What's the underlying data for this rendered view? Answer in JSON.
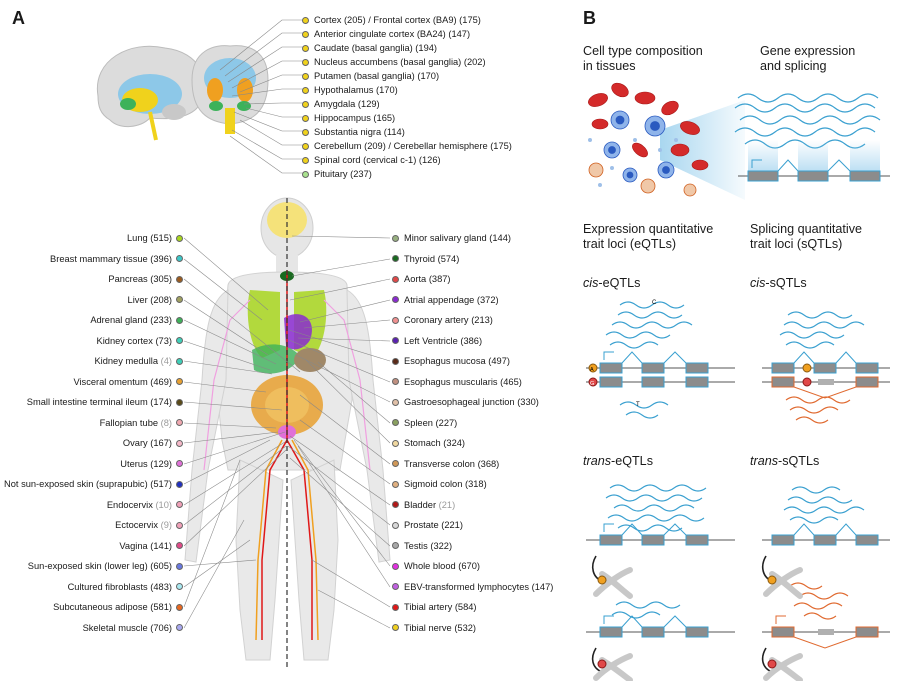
{
  "panel_a_label": "A",
  "panel_b_label": "B",
  "brain_tissues": [
    {
      "name": "Cortex (205) / Frontal cortex (BA9) (175)",
      "color": "#f0d21c"
    },
    {
      "name": "Anterior cingulate cortex (BA24) (147)",
      "color": "#f0d21c"
    },
    {
      "name": "Caudate (basal ganglia) (194)",
      "color": "#f0d21c"
    },
    {
      "name": "Nucleus accumbens (basal ganglia) (202)",
      "color": "#f0d21c"
    },
    {
      "name": "Putamen (basal ganglia) (170)",
      "color": "#f0d21c"
    },
    {
      "name": "Hypothalamus (170)",
      "color": "#f0d21c"
    },
    {
      "name": "Amygdala (129)",
      "color": "#f0d21c"
    },
    {
      "name": "Hippocampus (165)",
      "color": "#f0d21c"
    },
    {
      "name": "Substantia nigra (114)",
      "color": "#f0d21c"
    },
    {
      "name": "Cerebellum (209) / Cerebellar hemisphere (175)",
      "color": "#f0d21c"
    },
    {
      "name": "Spinal cord (cervical c-1) (126)",
      "color": "#f0d21c"
    },
    {
      "name": "Pituitary (237)",
      "color": "#a9e28e"
    }
  ],
  "left_tissues": [
    {
      "name": "Lung",
      "count": "(515)",
      "color": "#a8d61e",
      "gray": false
    },
    {
      "name": "Breast mammary tissue",
      "count": "(396)",
      "color": "#3cc7c7",
      "gray": false
    },
    {
      "name": "Pancreas",
      "count": "(305)",
      "color": "#9b5b1f",
      "gray": false
    },
    {
      "name": "Liver",
      "count": "(208)",
      "color": "#a0a060",
      "gray": false
    },
    {
      "name": "Adrenal gland",
      "count": "(233)",
      "color": "#3db25a",
      "gray": false
    },
    {
      "name": "Kidney cortex",
      "count": "(73)",
      "color": "#3ecfb8",
      "gray": false
    },
    {
      "name": "Kidney medulla",
      "count": "(4)",
      "color": "#3ecfb8",
      "gray": true
    },
    {
      "name": "Visceral omentum",
      "count": "(469)",
      "color": "#e8a030",
      "gray": false
    },
    {
      "name": "Small intestine terminal ileum",
      "count": "(174)",
      "color": "#5a4a18",
      "gray": false
    },
    {
      "name": "Fallopian tube",
      "count": "(8)",
      "color": "#f0a8b0",
      "gray": true
    },
    {
      "name": "Ovary",
      "count": "(167)",
      "color": "#f5b8c8",
      "gray": false
    },
    {
      "name": "Uterus",
      "count": "(129)",
      "color": "#e070d8",
      "gray": false
    },
    {
      "name": "Not sun-exposed skin (suprapubic)",
      "count": "(517)",
      "color": "#2030c0",
      "gray": false
    },
    {
      "name": "Endocervix",
      "count": "(10)",
      "color": "#f0a0b8",
      "gray": true
    },
    {
      "name": "Ectocervix",
      "count": "(9)",
      "color": "#f0a0b8",
      "gray": true
    },
    {
      "name": "Vagina",
      "count": "(141)",
      "color": "#e04a88",
      "gray": false
    },
    {
      "name": "Sun-exposed skin (lower leg)",
      "count": "(605)",
      "color": "#6878e0",
      "gray": false
    },
    {
      "name": "Cultured fibroblasts",
      "count": "(483)",
      "color": "#a8e8f0",
      "gray": false
    },
    {
      "name": "Subcutaneous adipose",
      "count": "(581)",
      "color": "#e86820",
      "gray": false
    },
    {
      "name": "Skeletal muscle",
      "count": "(706)",
      "color": "#a8a8f0",
      "gray": false
    }
  ],
  "right_tissues": [
    {
      "name": "Minor salivary gland",
      "count": "(144)",
      "color": "#98b080",
      "gray": false
    },
    {
      "name": "Thyroid",
      "count": "(574)",
      "color": "#1a6a20",
      "gray": false
    },
    {
      "name": "Aorta",
      "count": "(387)",
      "color": "#e04848",
      "gray": false
    },
    {
      "name": "Atrial appendage",
      "count": "(372)",
      "color": "#8a2ad0",
      "gray": false
    },
    {
      "name": "Coronary artery",
      "count": "(213)",
      "color": "#f09090",
      "gray": false
    },
    {
      "name": "Left Ventricle",
      "count": "(386)",
      "color": "#5a20b0",
      "gray": false
    },
    {
      "name": "Esophagus mucosa",
      "count": "(497)",
      "color": "#5a2a18",
      "gray": false
    },
    {
      "name": "Esophagus muscularis",
      "count": "(465)",
      "color": "#c09080",
      "gray": false
    },
    {
      "name": "Gastroesophageal junction",
      "count": "(330)",
      "color": "#e0c0a8",
      "gray": false
    },
    {
      "name": "Spleen",
      "count": "(227)",
      "color": "#8aa060",
      "gray": false
    },
    {
      "name": "Stomach",
      "count": "(324)",
      "color": "#f0d8a0",
      "gray": false
    },
    {
      "name": "Transverse colon",
      "count": "(368)",
      "color": "#d09858",
      "gray": false
    },
    {
      "name": "Sigmoid colon",
      "count": "(318)",
      "color": "#e0b080",
      "gray": false
    },
    {
      "name": "Bladder",
      "count": "(21)",
      "color": "#b01818",
      "gray": true
    },
    {
      "name": "Prostate",
      "count": "(221)",
      "color": "#d8d8d8",
      "gray": false
    },
    {
      "name": "Testis",
      "count": "(322)",
      "color": "#a8a8a8",
      "gray": false
    },
    {
      "name": "Whole blood",
      "count": "(670)",
      "color": "#e030e0",
      "gray": false
    },
    {
      "name": "EBV-transformed lymphocytes",
      "count": "(147)",
      "color": "#c060e0",
      "gray": false
    },
    {
      "name": "Tibial artery",
      "count": "(584)",
      "color": "#e01818",
      "gray": false
    },
    {
      "name": "Tibial nerve",
      "count": "(532)",
      "color": "#f0d020",
      "gray": false
    }
  ],
  "panel_b": {
    "cell_type_line1": "Cell type composition",
    "cell_type_line2": "in tissues",
    "gene_expr_line1": "Gene expression",
    "gene_expr_line2": "and splicing",
    "eqtl_line1": "Expression quantitative",
    "eqtl_line2": "trait loci (eQTLs)",
    "sqtl_line1": "Splicing quantitative",
    "sqtl_line2": "trait loci (sQTLs)",
    "cis_prefix": "cis",
    "cis_eqtl_suffix": "-eQTLs",
    "cis_sqtl_suffix": "-sQTLs",
    "trans_prefix": "trans",
    "trans_eqtl_suffix": "-eQTLs",
    "trans_sqtl_suffix": "-sQTLs",
    "allele_a": "A",
    "allele_g": "G",
    "base_c": "C",
    "base_t": "T"
  },
  "colors": {
    "rna_blue": "#3aa0d0",
    "rna_orange": "#e06a30",
    "exon_gray": "#8c8c8c",
    "red_blood": "#d42a2a"
  }
}
